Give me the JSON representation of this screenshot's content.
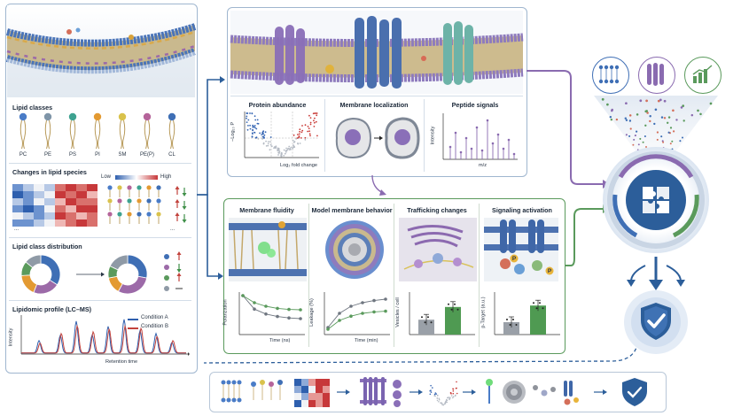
{
  "left": {
    "lipid_classes_title": "Lipid classes",
    "lipid_classes": [
      {
        "label": "PC",
        "color": "#4a7cc7"
      },
      {
        "label": "PE",
        "color": "#7f95a8"
      },
      {
        "label": "PS",
        "color": "#3ea290"
      },
      {
        "label": "PI",
        "color": "#e39a32"
      },
      {
        "label": "SM",
        "color": "#d9c24c"
      },
      {
        "label": "PE(P)",
        "color": "#b5649a"
      },
      {
        "label": "CL",
        "color": "#3f6fb5"
      }
    ],
    "changes_title": "Changes in lipid species",
    "legend_low": "Low",
    "legend_high": "High",
    "distribution_title": "Lipid class distribution",
    "profile_title": "Lipidomic profile (LC–MS)",
    "profile_ylabel": "Intensity",
    "profile_xlabel": "Retention time",
    "condition_a": "Condition A",
    "condition_b": "Condition B",
    "ellipsis": "..."
  },
  "top": {
    "protein_abundance_title": "Protein abundance",
    "volcano_ylabel": "−Log₁₀ P",
    "volcano_xlabel": "Log₂ fold change",
    "localization_title": "Membrane localization",
    "peptide_title": "Peptide signals",
    "peptide_ylabel": "Intensity",
    "peptide_xlabel": "m/z"
  },
  "bottom": {
    "fluidity_title": "Membrane fluidity",
    "fluidity_ylabel": "Polarization",
    "fluidity_xlabel": "Time (ns)",
    "model_title": "Model membrane behavior",
    "model_ylabel": "Leakage (%)",
    "model_xlabel": "Time (min)",
    "trafficking_title": "Trafficking changes",
    "trafficking_ylabel": "Vesicles / cell",
    "signaling_title": "Signaling activation",
    "signaling_ylabel": "p-Target (a.u.)",
    "p_marker": "P"
  },
  "colors": {
    "panel_border": "#9fb6cf",
    "green_accent": "#5a9a5c",
    "purple_accent": "#8a6bb0",
    "blue_accent": "#2c5e9a",
    "condition_a": "#2f5fae",
    "condition_b": "#c2423c"
  },
  "icons": [
    "lipid-bilayer-icon",
    "transmembrane-protein-icon",
    "growth-chart-icon",
    "puzzle-icon",
    "shield-check-icon"
  ]
}
